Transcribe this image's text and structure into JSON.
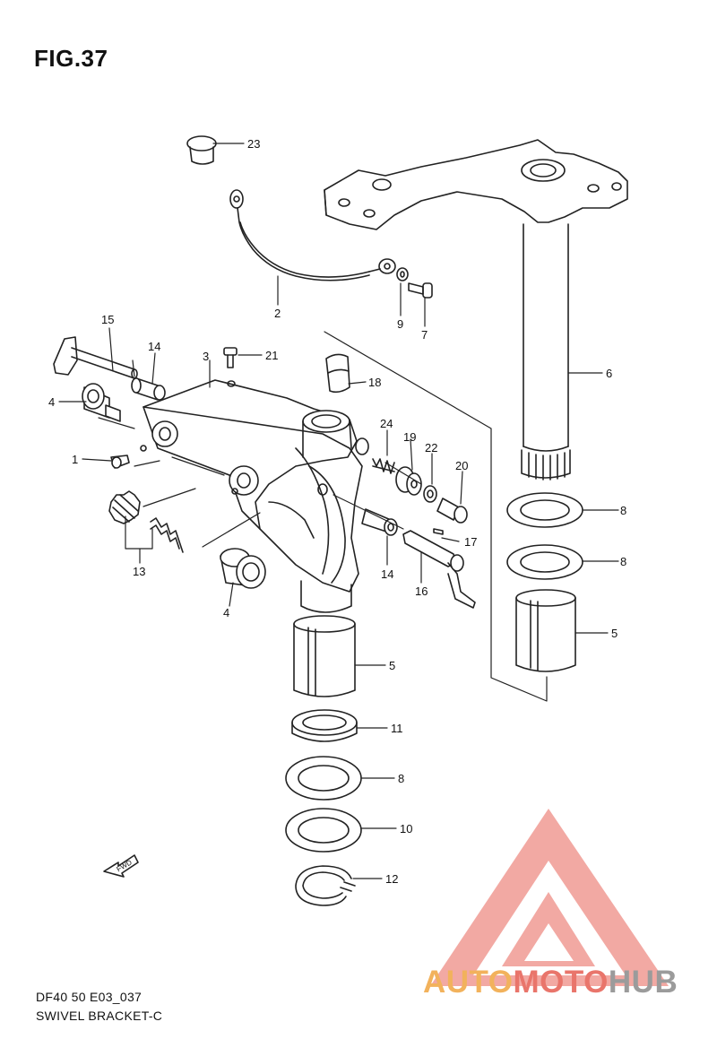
{
  "figure_title": "FIG.37",
  "footer": {
    "code": "DF40 50 E03_037",
    "name": "SWIVEL BRACKET-C"
  },
  "fwd_label": "FWD",
  "watermark": {
    "part1": "AUTO",
    "part2": "MOTO",
    "part3": "HUB",
    "colors": {
      "auto": "#f2b25c",
      "moto": "#e9756b",
      "hub": "#9b9b9b"
    }
  },
  "callouts": [
    {
      "num": "23"
    },
    {
      "num": "2"
    },
    {
      "num": "9"
    },
    {
      "num": "7"
    },
    {
      "num": "6"
    },
    {
      "num": "15"
    },
    {
      "num": "14"
    },
    {
      "num": "3"
    },
    {
      "num": "21"
    },
    {
      "num": "18"
    },
    {
      "num": "4"
    },
    {
      "num": "24"
    },
    {
      "num": "19"
    },
    {
      "num": "22"
    },
    {
      "num": "20"
    },
    {
      "num": "1"
    },
    {
      "num": "8"
    },
    {
      "num": "17"
    },
    {
      "num": "8"
    },
    {
      "num": "13"
    },
    {
      "num": "14"
    },
    {
      "num": "16"
    },
    {
      "num": "4"
    },
    {
      "num": "5"
    },
    {
      "num": "5"
    },
    {
      "num": "11"
    },
    {
      "num": "8"
    },
    {
      "num": "10"
    },
    {
      "num": "12"
    }
  ]
}
